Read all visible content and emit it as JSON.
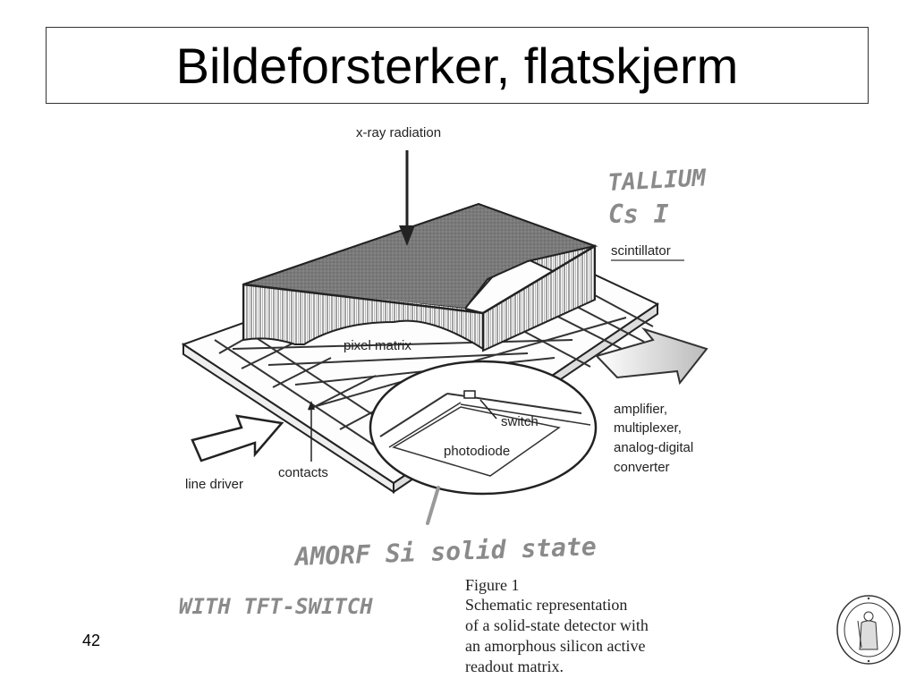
{
  "slide": {
    "title": "Bildeforsterker, flatskjerm",
    "page_number": "42"
  },
  "figure": {
    "labels": {
      "xray": "x-ray radiation",
      "scintillator": "scintillator",
      "pixel_matrix": "pixel matrix",
      "switch": "switch",
      "photodiode": "photodiode",
      "line_driver": "line driver",
      "contacts": "contacts",
      "amp_line1": "amplifier,",
      "amp_line2": "multiplexer,",
      "amp_line3": "analog-digital",
      "amp_line4": "converter"
    },
    "handwritten": {
      "line1": "TALLIUM",
      "line2": "Cs I",
      "line3": "AMORF Si solid state",
      "line4": "WITH   TFT-SWITCH"
    },
    "caption": {
      "line1": "Figure 1",
      "line2": "Schematic representation",
      "line3": "of a solid-state detector with",
      "line4": "an amorphous silicon active",
      "line5": "readout matrix."
    }
  },
  "colors": {
    "scintillator_top": "#7a7a7a",
    "handwriting": "#8a8a8a",
    "ink": "#1a1a1a"
  }
}
